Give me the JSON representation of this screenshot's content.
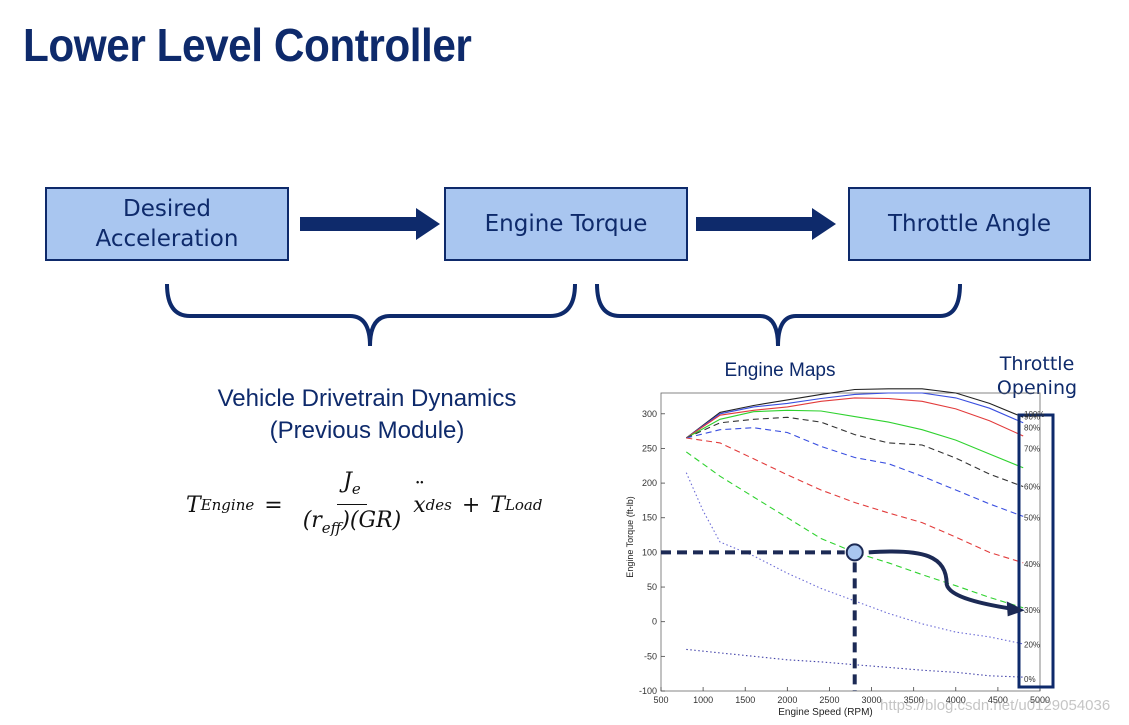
{
  "slide": {
    "title": "Lower Level Controller"
  },
  "flow": {
    "box1_line1": "Desired",
    "box1_line2": "Acceleration",
    "box2": "Engine Torque",
    "box3": "Throttle Angle"
  },
  "captions": {
    "drivetrain_line1": "Vehicle Drivetrain Dynamics",
    "drivetrain_line2": "(Previous Module)",
    "engine_maps": "Engine Maps",
    "throttle_line1": "Throttle",
    "throttle_line2": "Opening"
  },
  "equation": {
    "lhs": "T",
    "lhs_sub": "Engine",
    "eq": "=",
    "num": "J",
    "num_sub": "e",
    "den_pre": "(r",
    "den_sub": "eff",
    "den_post": ")(GR)",
    "accel": "x",
    "accel_sub": "des",
    "plus": "+",
    "load": "T",
    "load_sub": "Load"
  },
  "colors": {
    "navy": "#0e2a6b",
    "box_fill": "#a9c6f0"
  },
  "watermark": "https://blog.csdn.net/u0129054036",
  "chart_data": {
    "type": "line",
    "xlabel": "Engine Speed (RPM)",
    "ylabel": "Engine Torque (ft-lb)",
    "xlim": [
      500,
      5000
    ],
    "ylim": [
      -100,
      330
    ],
    "x_ticks": [
      "500",
      "1000",
      "1500",
      "2000",
      "2500",
      "3000",
      "3500",
      "4000",
      "4500",
      "5000"
    ],
    "y_ticks": [
      "-100",
      "-50",
      "0",
      "50",
      "100",
      "150",
      "200",
      "250",
      "300"
    ],
    "operating_point": {
      "x": 2800,
      "y": 100
    },
    "series": [
      {
        "name": "100%",
        "color": "#222222",
        "dash": "solid",
        "x": [
          800,
          1200,
          1600,
          2000,
          2400,
          2800,
          3200,
          3600,
          4000,
          4400,
          4800
        ],
        "y": [
          265,
          302,
          312,
          320,
          328,
          335,
          336,
          336,
          330,
          315,
          295
        ]
      },
      {
        "name": "90%",
        "color": "#3a4fe0",
        "dash": "solid",
        "x": [
          800,
          1200,
          1600,
          2000,
          2400,
          2800,
          3200,
          3600,
          4000,
          4400,
          4800
        ],
        "y": [
          265,
          300,
          310,
          315,
          322,
          328,
          330,
          330,
          323,
          308,
          287
        ]
      },
      {
        "name": "80%",
        "color": "#e23b3b",
        "dash": "solid",
        "x": [
          800,
          1200,
          1600,
          2000,
          2400,
          2800,
          3200,
          3600,
          4000,
          4400,
          4800
        ],
        "y": [
          265,
          298,
          305,
          310,
          318,
          323,
          322,
          318,
          307,
          290,
          268
        ]
      },
      {
        "name": "70%",
        "color": "#2fd22f",
        "dash": "solid",
        "x": [
          800,
          1200,
          1600,
          2000,
          2400,
          2800,
          3200,
          3600,
          4000,
          4400,
          4800
        ],
        "y": [
          265,
          292,
          303,
          305,
          304,
          296,
          288,
          277,
          262,
          242,
          222
        ]
      },
      {
        "name": "60%",
        "color": "#333333",
        "dash": "dashed",
        "x": [
          800,
          1200,
          1600,
          2000,
          2400,
          2800,
          3200,
          3600,
          4000,
          4400,
          4800
        ],
        "y": [
          265,
          287,
          292,
          295,
          288,
          270,
          258,
          255,
          236,
          213,
          195
        ]
      },
      {
        "name": "50%",
        "color": "#3a4fe0",
        "dash": "dashed",
        "x": [
          800,
          1200,
          1600,
          2000,
          2400,
          2800,
          3200,
          3600,
          4000,
          4400,
          4800
        ],
        "y": [
          265,
          277,
          280,
          273,
          253,
          237,
          228,
          210,
          190,
          170,
          152
        ]
      },
      {
        "name": "40%",
        "color": "#e23b3b",
        "dash": "dashed",
        "x": [
          800,
          1200,
          1600,
          2000,
          2400,
          2800,
          3200,
          3600,
          4000,
          4400,
          4800
        ],
        "y": [
          265,
          258,
          235,
          212,
          190,
          172,
          157,
          143,
          122,
          100,
          85
        ]
      },
      {
        "name": "30%",
        "color": "#2fd22f",
        "dash": "dashed",
        "x": [
          800,
          1200,
          1600,
          2000,
          2400,
          2800,
          3200,
          3600,
          4000,
          4400,
          4800
        ],
        "y": [
          245,
          210,
          180,
          150,
          120,
          100,
          85,
          68,
          52,
          35,
          20
        ]
      },
      {
        "name": "20%",
        "color": "#6b6bd6",
        "dash": "dotted",
        "x": [
          800,
          1000,
          1200,
          1600,
          2000,
          2400,
          2800,
          3200,
          3600,
          4000,
          4400,
          4800
        ],
        "y": [
          215,
          160,
          115,
          95,
          70,
          48,
          30,
          12,
          -3,
          -15,
          -22,
          -32
        ]
      },
      {
        "name": "0%",
        "color": "#4444aa",
        "dash": "dotted",
        "x": [
          800,
          1200,
          1600,
          2000,
          2400,
          2800,
          3200,
          3600,
          4000,
          4400,
          4800
        ],
        "y": [
          -40,
          -45,
          -50,
          -55,
          -58,
          -62,
          -66,
          -70,
          -73,
          -78,
          -80
        ]
      }
    ],
    "legend_labels": [
      {
        "label": "100%",
        "y": 300
      },
      {
        "label": "90%",
        "y": 296
      },
      {
        "label": "80%",
        "y": 280
      },
      {
        "label": "70%",
        "y": 250
      },
      {
        "label": "60%",
        "y": 195
      },
      {
        "label": "50%",
        "y": 150
      },
      {
        "label": "40%",
        "y": 83
      },
      {
        "label": "30%",
        "y": 17
      },
      {
        "label": "20%",
        "y": -33
      },
      {
        "label": "0%",
        "y": -83
      }
    ]
  }
}
